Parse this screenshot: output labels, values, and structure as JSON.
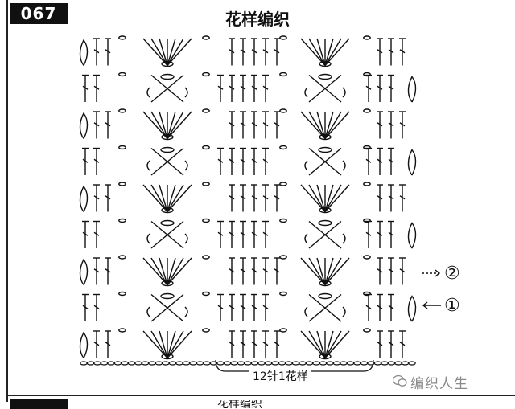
{
  "header": {
    "pattern_number": "067",
    "title": "花样编织"
  },
  "diagram": {
    "rows": 9,
    "repeat_label": "12针1花样",
    "row_markers": [
      {
        "label": "②",
        "direction": "left-to-right"
      },
      {
        "label": "①",
        "direction": "right-to-left"
      }
    ]
  },
  "watermark": {
    "text": "编织人生"
  },
  "next_section": {
    "title": "花样编织"
  }
}
